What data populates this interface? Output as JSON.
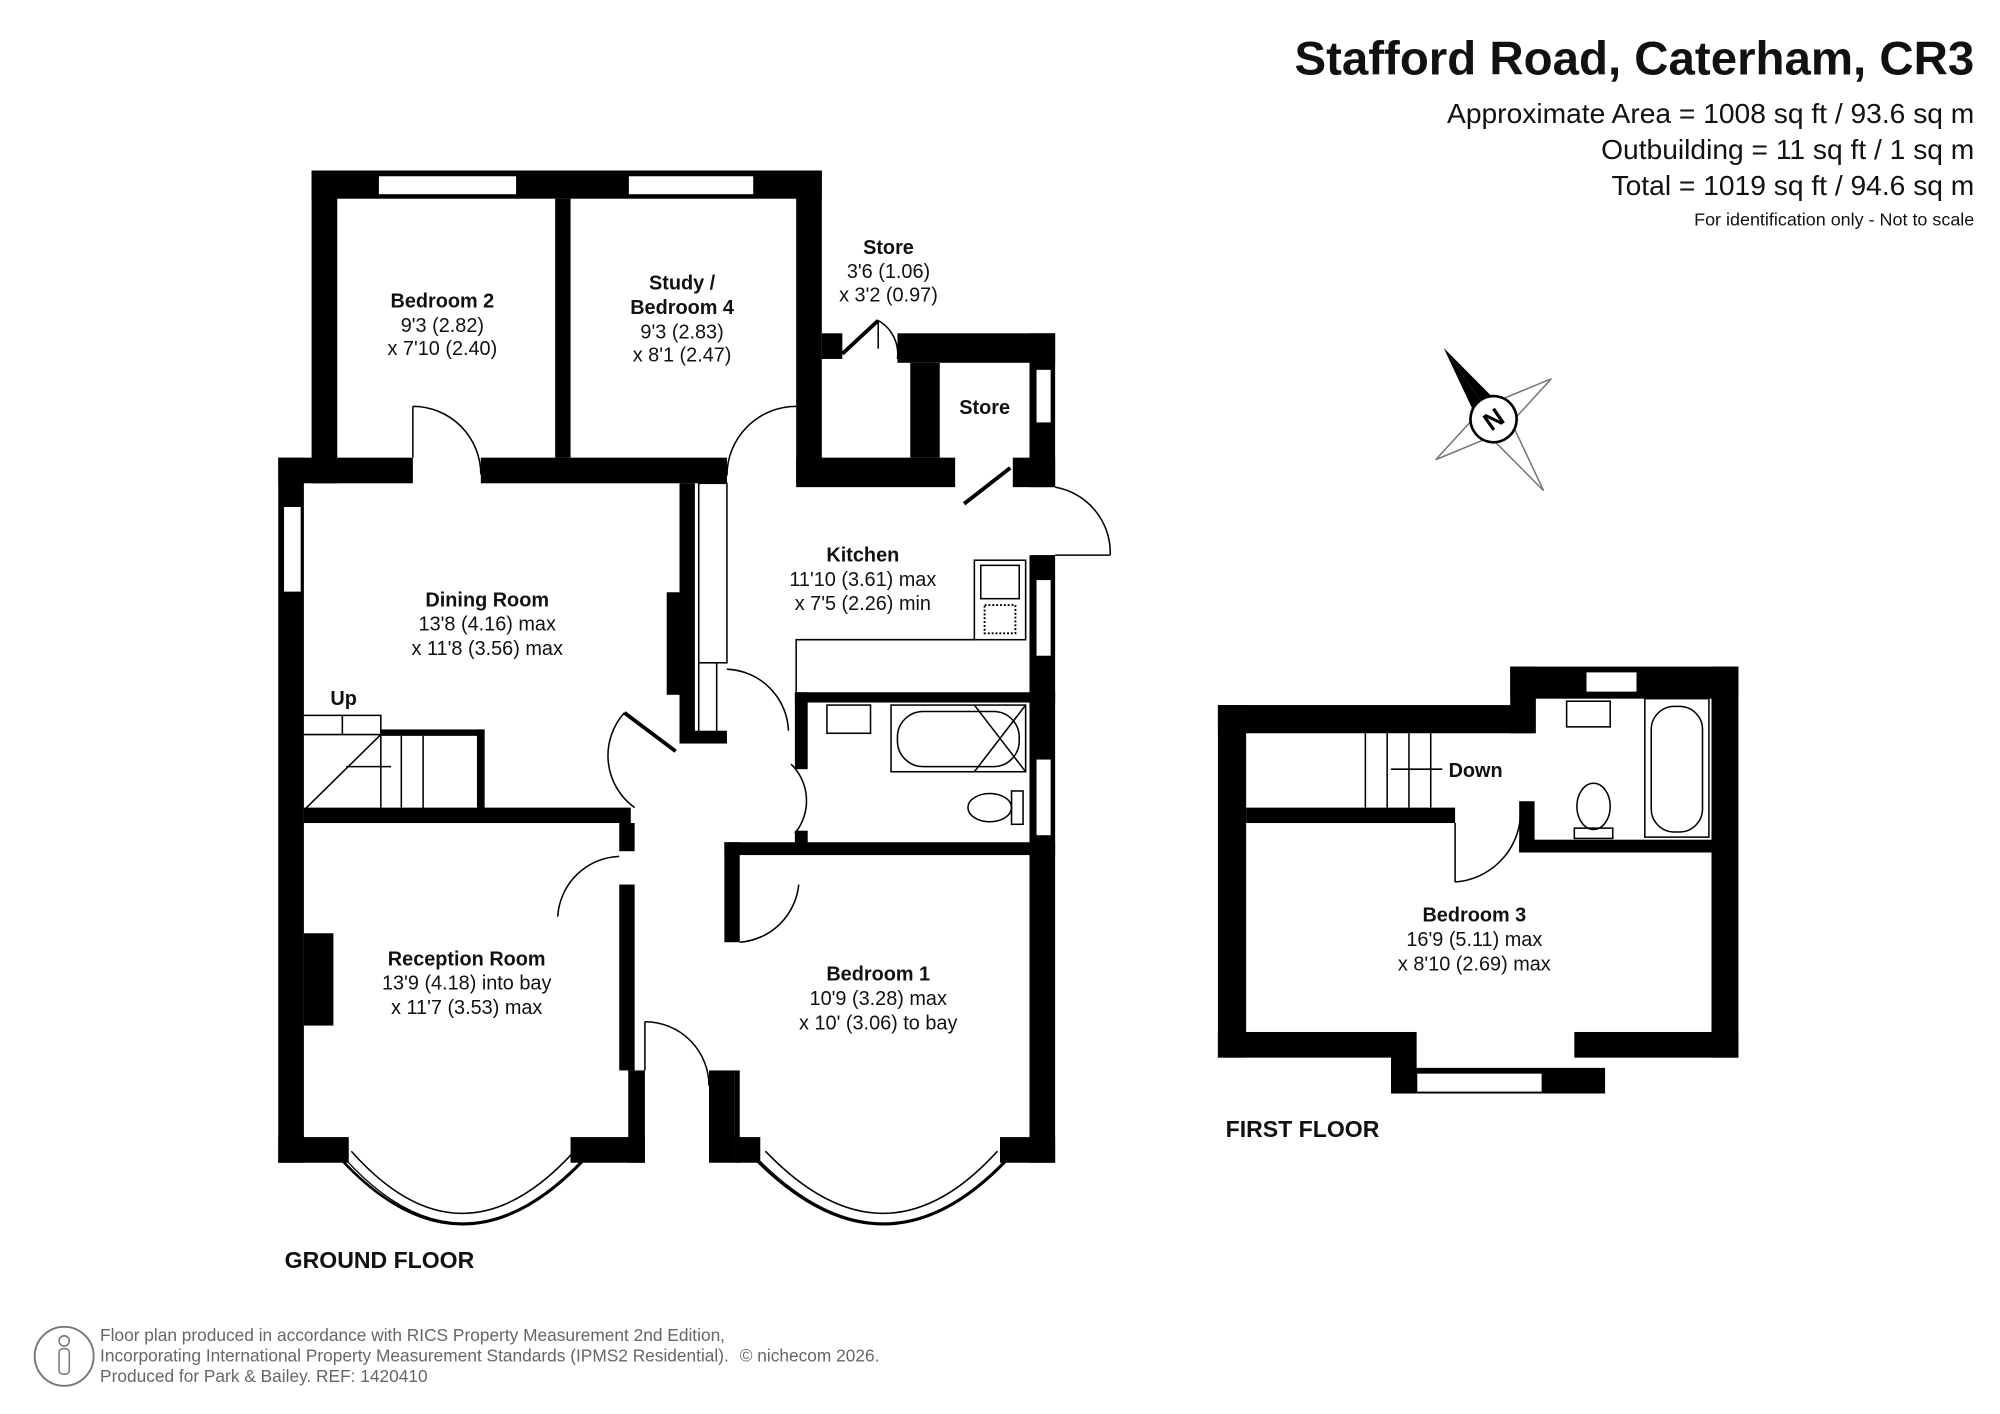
{
  "header": {
    "title": "Stafford Road, Caterham, CR3",
    "approx_area": "Approximate Area = 1008 sq ft / 93.6 sq m",
    "outbuilding": "Outbuilding = 11 sq ft / 1 sq m",
    "total": "Total = 1019 sq ft / 94.6 sq m",
    "disclaimer": "For identification only - Not to scale"
  },
  "ground_floor": {
    "label": "GROUND FLOOR",
    "stairs_label": "Up",
    "rooms": [
      {
        "name": "Bedroom 2",
        "dim1": "9'3 (2.82)",
        "dim2": "x 7'10 (2.40)"
      },
      {
        "name": "Study /",
        "name2": "Bedroom 4",
        "dim1": "9'3 (2.83)",
        "dim2": "x 8'1 (2.47)"
      },
      {
        "name": "Store",
        "dim1": "3'6 (1.06)",
        "dim2": "x 3'2 (0.97)"
      },
      {
        "name": "Store"
      },
      {
        "name": "Kitchen",
        "dim1": "11'10 (3.61) max",
        "dim2": "x 7'5 (2.26) min"
      },
      {
        "name": "Dining Room",
        "dim1": "13'8 (4.16) max",
        "dim2": "x 11'8 (3.56) max"
      },
      {
        "name": "Reception Room",
        "dim1": "13'9 (4.18) into bay",
        "dim2": "x 11'7 (3.53) max"
      },
      {
        "name": "Bedroom 1",
        "dim1": "10'9 (3.28) max",
        "dim2": "x 10' (3.06) to bay"
      }
    ]
  },
  "first_floor": {
    "label": "FIRST FLOOR",
    "stairs_label": "Down",
    "rooms": [
      {
        "name": "Bedroom 3",
        "dim1": "16'9 (5.11) max",
        "dim2": "x 8'10 (2.69) max"
      }
    ]
  },
  "compass": {
    "label": "N"
  },
  "footer": {
    "line1": "Floor plan produced in accordance with RICS Property Measurement 2nd Edition,",
    "line2": "Incorporating International Property Measurement Standards (IPMS2 Residential).",
    "copyright": "© nichecom 2026.",
    "line3": "Produced for Park & Bailey.   REF:  1420410"
  }
}
